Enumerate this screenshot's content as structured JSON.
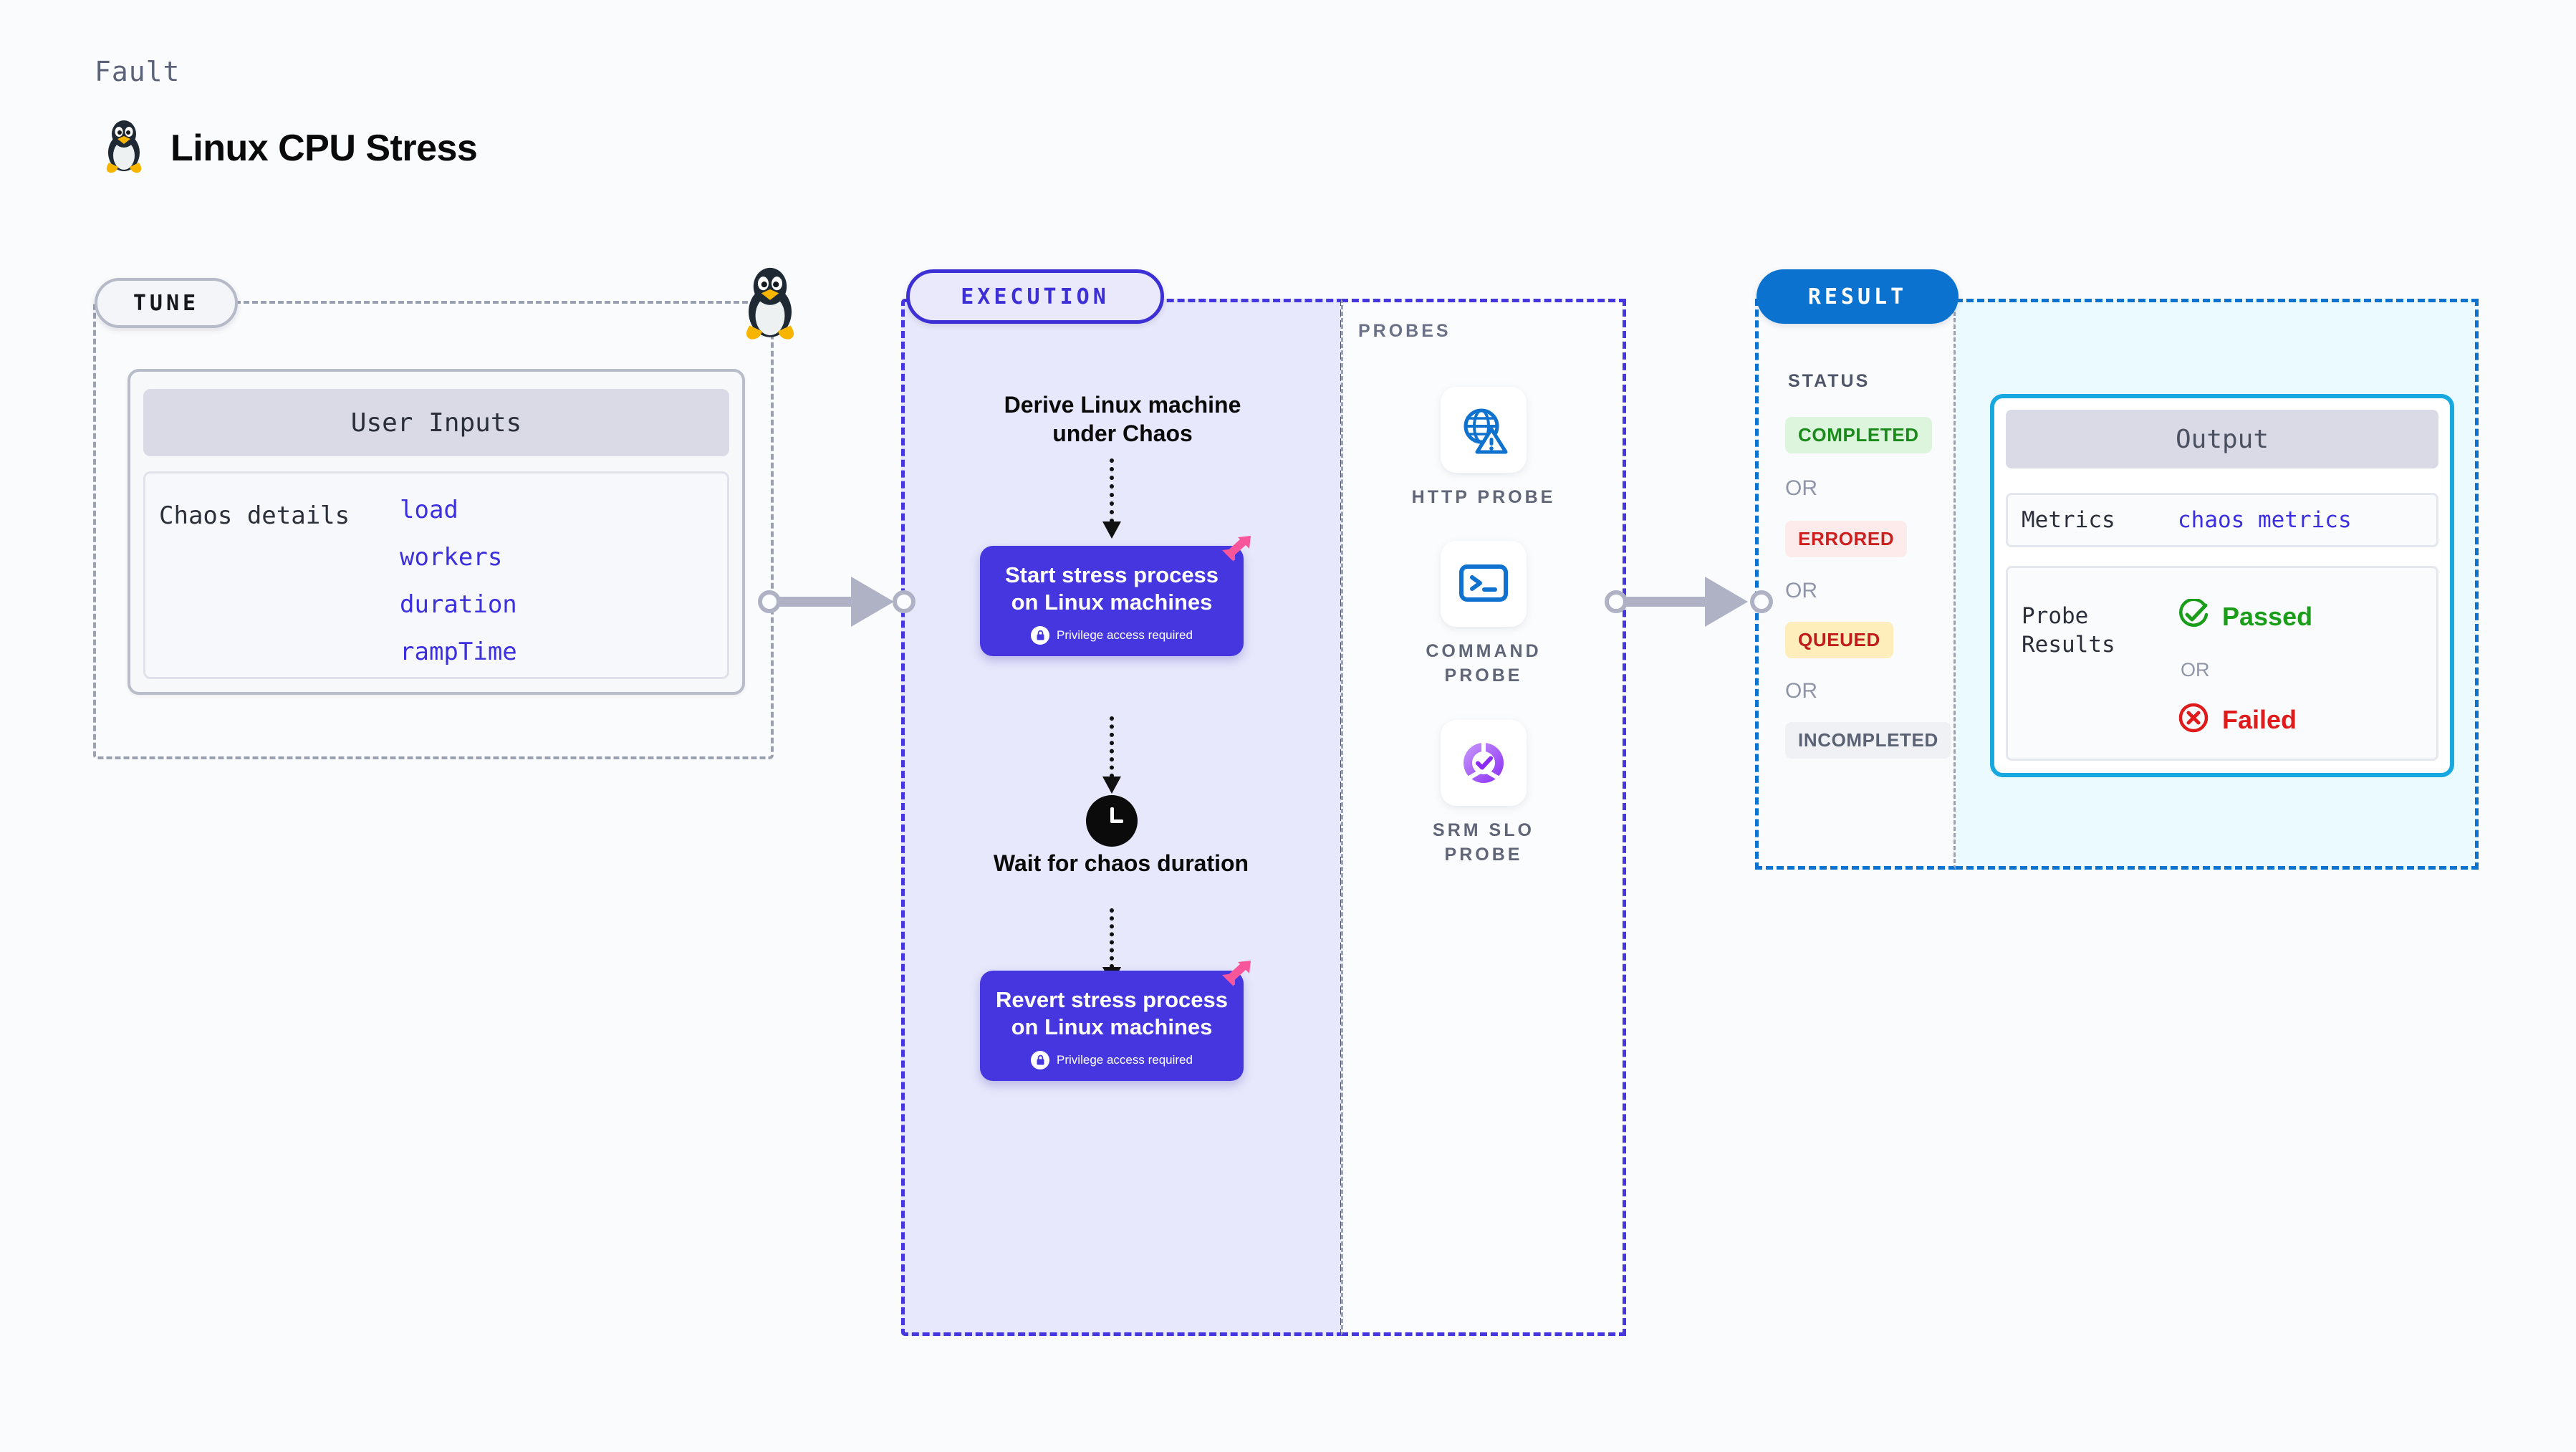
{
  "header": {
    "fault_label": "Fault",
    "title": "Linux CPU Stress",
    "icon": "linux-penguin-icon"
  },
  "tune": {
    "badge": "TUNE",
    "card_header": "User Inputs",
    "details_label": "Chaos details",
    "params": [
      "load",
      "workers",
      "duration",
      "rampTime"
    ],
    "border_icon": "linux-penguin-icon"
  },
  "execution": {
    "badge": "EXECUTION",
    "derive_step": "Derive Linux machine\nunder Chaos",
    "start_action": {
      "title": "Start stress process on Linux machines",
      "privilege_note": "Privilege access required",
      "badge_icon": "harness-logo-icon",
      "lock_icon": "lock-icon"
    },
    "wait_step": {
      "label": "Wait for chaos duration",
      "icon": "clock-icon"
    },
    "revert_action": {
      "title": "Revert stress process on Linux machines",
      "privilege_note": "Privilege access required",
      "badge_icon": "harness-logo-icon",
      "lock_icon": "lock-icon"
    }
  },
  "probes": {
    "label": "PROBES",
    "items": [
      {
        "caption": "HTTP  PROBE",
        "icon": "globe-warning-icon"
      },
      {
        "caption": "COMMAND PROBE",
        "icon": "terminal-icon"
      },
      {
        "caption": "SRM  SLO PROBE",
        "icon": "slo-donut-check-icon"
      }
    ]
  },
  "result": {
    "badge": "RESULT",
    "status_label": "STATUS",
    "or_text": "OR",
    "statuses": [
      {
        "label": "COMPLETED",
        "bg": "#ddf5dd",
        "fg": "#1a8a1a"
      },
      {
        "label": "ERRORED",
        "bg": "#fdeaea",
        "fg": "#cc1f1f"
      },
      {
        "label": "QUEUED",
        "bg": "#fdeebc",
        "fg": "#c01c1c"
      },
      {
        "label": "INCOMPLETED",
        "bg": "#f0f1f5",
        "fg": "#5b6274"
      }
    ],
    "output": {
      "header": "Output",
      "metrics_label": "Metrics",
      "metrics_value": "chaos metrics",
      "probe_results_label": "Probe\nResults",
      "passed_label": "Passed",
      "failed_label": "Failed",
      "or_text": "OR",
      "passed_icon": "check-circle-icon",
      "failed_icon": "x-circle-icon"
    }
  },
  "colors": {
    "accent_purple": "#4536e0",
    "accent_blue": "#0b72cf",
    "accent_cyan": "#17a8e0",
    "harness_pink": "#f8569b",
    "pass_green": "#1a9e1a",
    "fail_red": "#e01b1b"
  }
}
